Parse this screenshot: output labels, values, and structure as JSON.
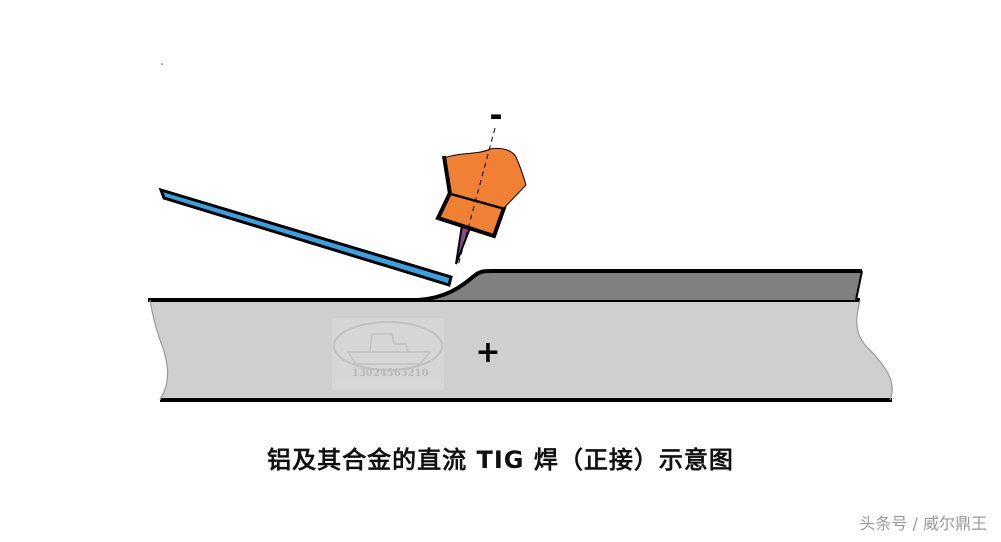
{
  "caption": "铝及其合金的直流 TIG 焊（正接）示意图",
  "credit": "头条号 / 威尔鼎王",
  "watermark_text": "13024563210",
  "polarity": {
    "electrode": "-",
    "workpiece": "+"
  },
  "colors": {
    "workpiece": "#cfcfcf",
    "weld_bead": "#808080",
    "torch": "#f08033",
    "filler_rod": "#3aa0e0",
    "outline": "#000000"
  }
}
